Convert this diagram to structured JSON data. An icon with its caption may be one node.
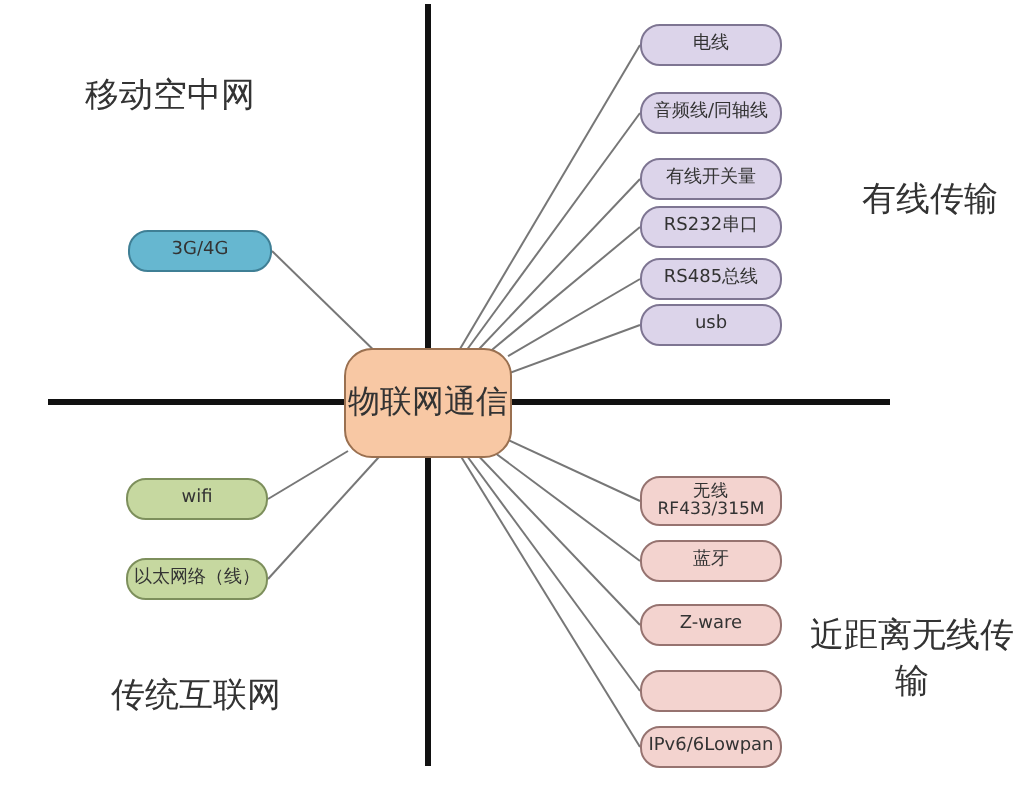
{
  "diagram": {
    "nodes": [
      {
        "text": [
          "物联网通信"
        ]
      },
      {
        "text": [
          "3G/4G"
        ]
      },
      {
        "text": [
          "wifi"
        ]
      },
      {
        "text": [
          "以太网络（线）"
        ]
      },
      {
        "text": [
          "电线"
        ]
      },
      {
        "text": [
          "音频线/同轴线"
        ]
      },
      {
        "text": [
          "有线开关量"
        ]
      },
      {
        "text": [
          "RS232串口"
        ]
      },
      {
        "text": [
          "RS485总线"
        ]
      },
      {
        "text": [
          "usb"
        ]
      },
      {
        "text": [
          "无线 RF433/315M"
        ]
      },
      {
        "text": [
          "蓝牙"
        ]
      },
      {
        "text": [
          "Z-ware"
        ]
      },
      {
        "text": [],
        "shape": "box"
      },
      {
        "text": [
          "IPv6/6Lowpan"
        ]
      }
    ],
    "edges": [
      {
        "from": 0,
        "to": 1,
        "arrow": "none"
      },
      {
        "from": 0,
        "to": 2,
        "arrow": "none"
      },
      {
        "from": 0,
        "to": 3,
        "arrow": "none"
      },
      {
        "from": 0,
        "to": 4,
        "arrow": "none"
      },
      {
        "from": 0,
        "to": 5,
        "arrow": "none"
      },
      {
        "from": 0,
        "to": 6,
        "arrow": "none"
      },
      {
        "from": 0,
        "to": 7,
        "arrow": "none"
      },
      {
        "from": 0,
        "to": 8,
        "arrow": "none"
      },
      {
        "from": 0,
        "to": 9,
        "arrow": "none"
      },
      {
        "from": 0,
        "to": 10,
        "arrow": "none"
      },
      {
        "from": 0,
        "to": 11,
        "arrow": "none"
      },
      {
        "from": 0,
        "to": 12,
        "arrow": "none"
      },
      {
        "from": 0,
        "to": 13,
        "arrow": "none"
      },
      {
        "from": 0,
        "to": 14,
        "arrow": "none"
      }
    ],
    "labels": [
      "移动空中网",
      "有线传输",
      "近距离无线传输",
      "传统互联网"
    ]
  }
}
